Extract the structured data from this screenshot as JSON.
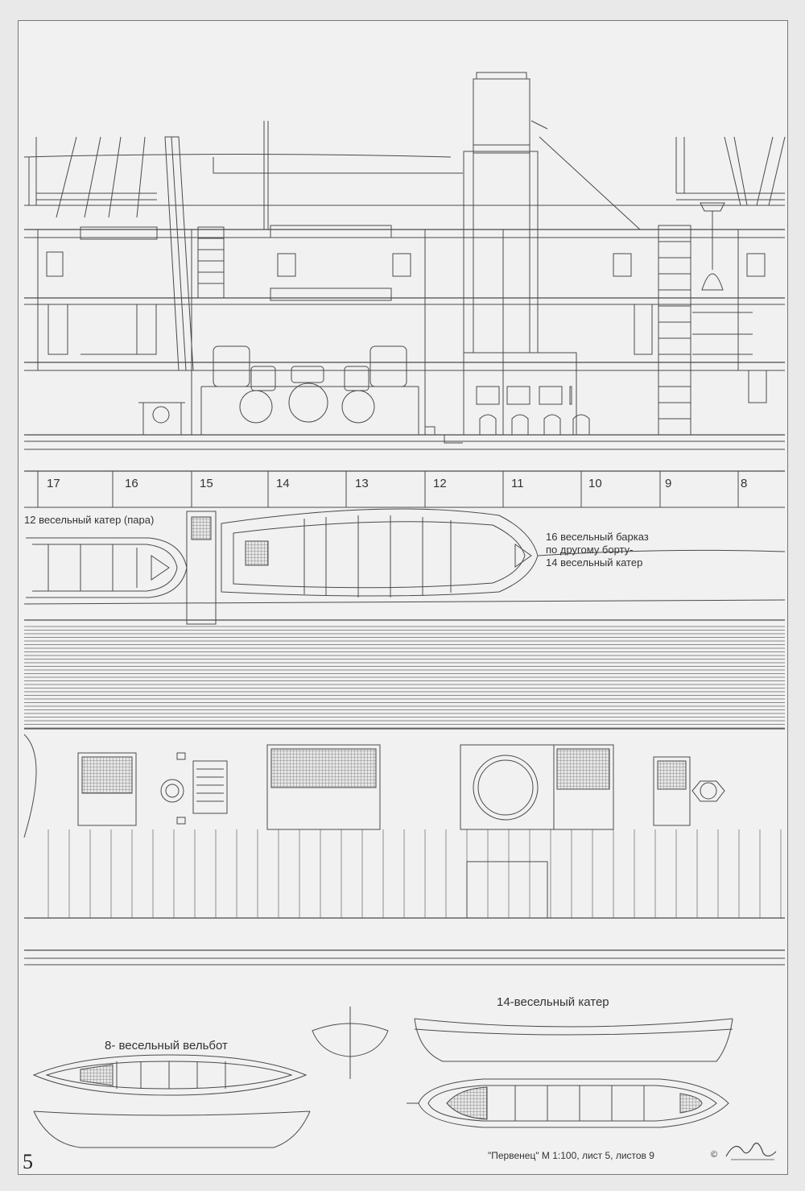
{
  "frame_numbers": [
    "17",
    "16",
    "15",
    "14",
    "13",
    "12",
    "11",
    "10",
    "9",
    "8"
  ],
  "labels": {
    "boat_pair": "12 весельный катер (пара)",
    "longboat_line1": "16 весельный барказ",
    "longboat_line2": "по другому борту-",
    "longboat_line3": "14 весельный катер",
    "whaleboat_title": "8- весельный вельбот",
    "cutter_title": "14-весельный катер"
  },
  "page_number": "5",
  "caption": "\"Первенец\" М 1:100, лист 5, листов 9",
  "copyright_symbol": "©",
  "colors": {
    "line": "#4a4a4a",
    "paper": "#f1f1f1",
    "hatch": "#7a7a7a"
  }
}
